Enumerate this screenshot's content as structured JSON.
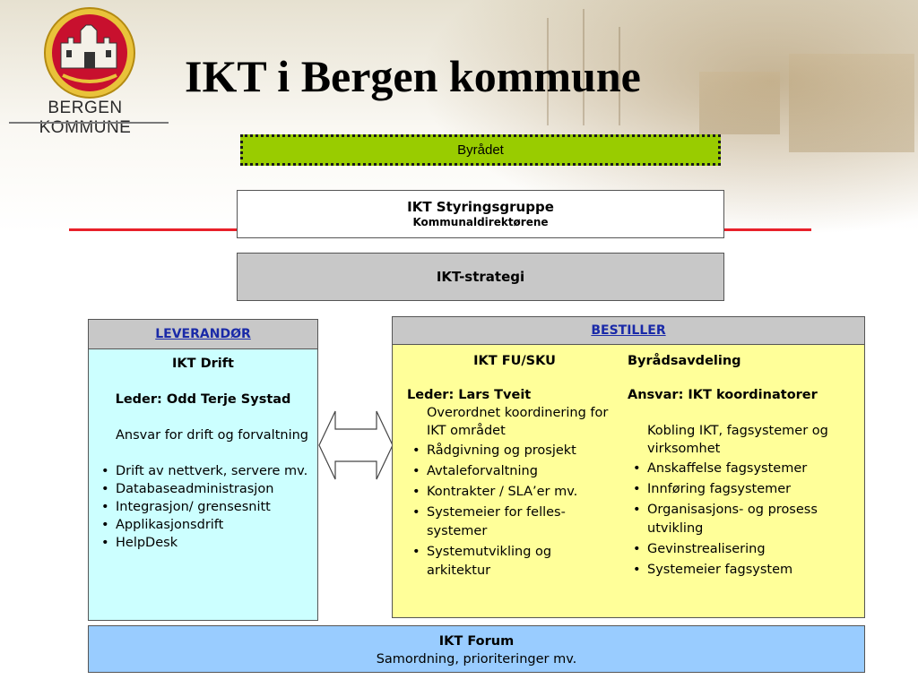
{
  "logo": {
    "text": "BERGEN KOMMUNE"
  },
  "title": "IKT i Bergen kommune",
  "byradet": "Byrådet",
  "styringsgruppe": {
    "title": "IKT Styringsgruppe",
    "subtitle": "Kommunaldirektørene"
  },
  "strategi": "IKT-strategi",
  "leverandor": {
    "heading": "LEVERANDØR",
    "name": "IKT Drift",
    "leader": "Leder: Odd Terje Systad",
    "responsibility": "Ansvar for drift og forvaltning",
    "items": [
      "Drift av nettverk, servere mv.",
      "Databaseadministrasjon",
      "Integrasjon/ grensesnitt",
      "Applikasjonsdrift",
      "HelpDesk"
    ]
  },
  "bestiller": {
    "heading": "BESTILLER",
    "col1": {
      "name": "IKT FU/SKU",
      "leader": "Leder: Lars Tveit",
      "intro": "Overordnet koordinering for IKT området",
      "items": [
        "Rådgivning og prosjekt",
        "Avtaleforvaltning",
        "Kontrakter / SLA’er mv.",
        "Systemeier for felles-systemer",
        "Systemutvikling og arkitektur"
      ]
    },
    "col2": {
      "name": "Byrådsavdeling",
      "leader": "Ansvar: IKT koordinatorer",
      "intro": "Kobling IKT, fagsystemer og virksomhet",
      "items": [
        "Anskaffelse fagsystemer",
        "Innføring fagsystemer",
        "Organisasjons- og prosess utvikling",
        "Gevinstrealisering",
        "Systemeier fagsystem"
      ]
    }
  },
  "forum": {
    "title": "IKT Forum",
    "subtitle": "Samordning, prioriteringer mv."
  },
  "colors": {
    "byradet": "#99cc00",
    "strategi": "#c8c8c8",
    "leverandor": "#ccffff",
    "bestiller": "#ffff99",
    "forum": "#99ccff",
    "redline": "#e8202a",
    "heading_link": "#1a2aa8"
  }
}
